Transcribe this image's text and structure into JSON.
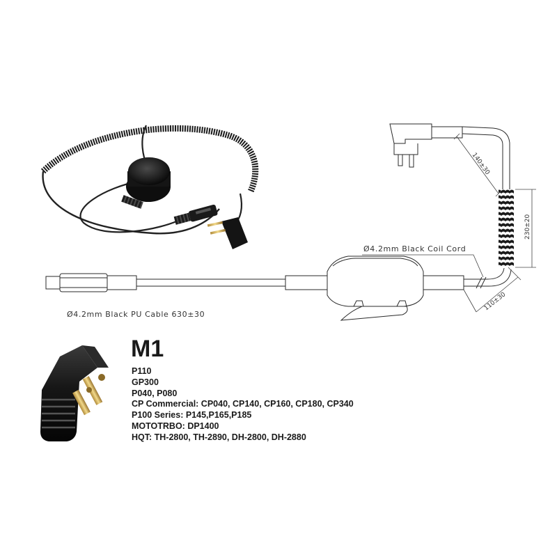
{
  "diagram": {
    "coil_cord_label": "Ø4.2mm Black Coil Cord",
    "pu_cable_label": "Ø4.2mm Black PU Cable 630±30",
    "dimensions": {
      "connector_to_coil": "140±30",
      "coil_length": "230±20",
      "coil_to_ptt": "110±30"
    }
  },
  "model": {
    "title": "M1",
    "compatible": [
      "P110",
      "GP300",
      "P040, P080",
      "CP Commercial: CP040, CP140, CP160, CP180, CP340",
      "P100 Series: P145,P165,P185",
      "MOTOTRBO: DP1400",
      "HQT: TH-2800, TH-2890, DH-2800, DH-2880"
    ]
  },
  "colors": {
    "cable": "#1c1c1c",
    "body": "#121212",
    "dimension_line": "#444444"
  }
}
